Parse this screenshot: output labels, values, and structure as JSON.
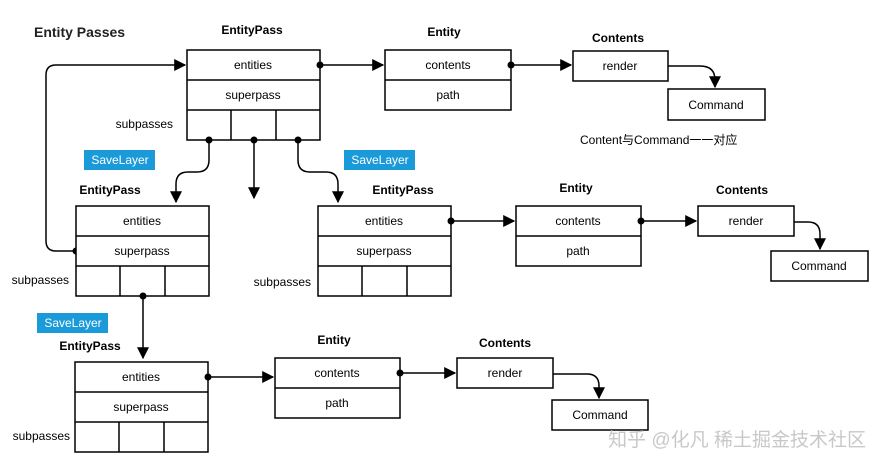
{
  "title": "Entity Passes",
  "labels": {
    "entity_pass": "EntityPass",
    "entity": "Entity",
    "contents": "Contents",
    "entities": "entities",
    "superpass": "superpass",
    "subpasses": "subpasses",
    "contents_row": "contents",
    "path": "path",
    "render": "render",
    "command": "Command",
    "save_layer": "SaveLayer"
  },
  "note": "Content与Command一一对应",
  "watermark": "知乎 @化凡 稀土掘金技术社区",
  "colors": {
    "badge": "#1a9ad9",
    "stroke": "#000000"
  }
}
